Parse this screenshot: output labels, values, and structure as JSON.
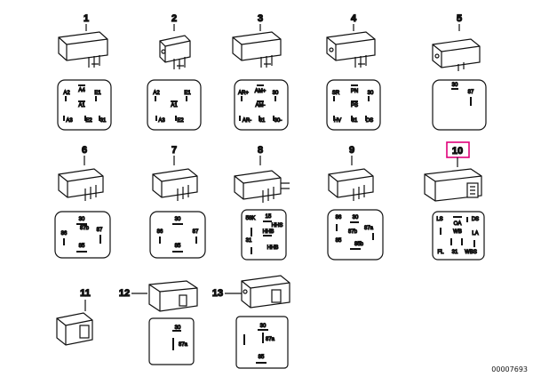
{
  "catalog_number": "00007693",
  "highlight_color": "#e0007a",
  "items": [
    {
      "num": "1",
      "pins": [
        "A4",
        "E1",
        "A2",
        "A1",
        "A3",
        "E2",
        "31"
      ]
    },
    {
      "num": "2",
      "pins": [
        "A2",
        "E1",
        "A1",
        "A3",
        "E2"
      ]
    },
    {
      "num": "3",
      "pins": [
        "AM+",
        "AR+",
        "30",
        "AM-",
        "AR-",
        "31",
        "30-"
      ]
    },
    {
      "num": "4",
      "pins": [
        "PN",
        "SR",
        "30",
        "PS",
        "HV",
        "31",
        "DS"
      ]
    },
    {
      "num": "5",
      "pins": [
        "30",
        "87"
      ]
    },
    {
      "num": "6",
      "pins": [
        "30",
        "86",
        "87b",
        "87",
        "85"
      ]
    },
    {
      "num": "7",
      "pins": [
        "30",
        "86",
        "87",
        "85"
      ]
    },
    {
      "num": "8",
      "pins": [
        "58K",
        "15",
        "HHS",
        "HHB",
        "31",
        "HHB"
      ]
    },
    {
      "num": "9",
      "pins": [
        "86",
        "30",
        "87a",
        "85",
        "87b",
        "85b"
      ]
    },
    {
      "num": "10",
      "pins": [
        "LS",
        "DS",
        "OA",
        "WB",
        "LA",
        "FL",
        "31",
        "WBS"
      ],
      "highlighted": true
    },
    {
      "num": "11",
      "pins": []
    },
    {
      "num": "12",
      "pins": [
        "30",
        "87a"
      ]
    },
    {
      "num": "13",
      "pins": [
        "30",
        "87a",
        "85"
      ]
    }
  ]
}
